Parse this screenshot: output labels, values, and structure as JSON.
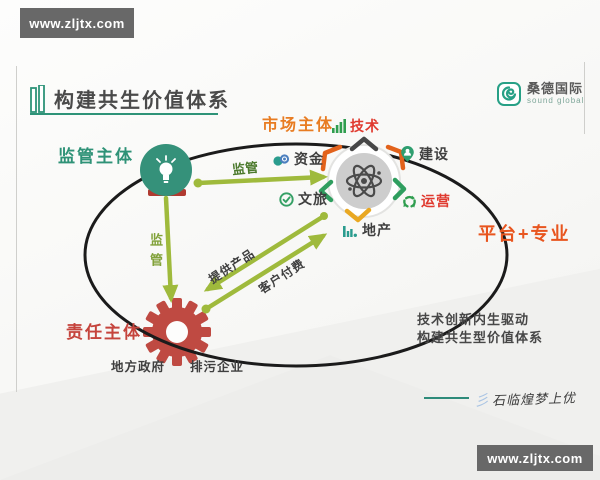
{
  "watermarks": {
    "top": "www.zljtx.com",
    "bottom": "www.zljtx.com"
  },
  "header": {
    "title": "构建共生价值体系",
    "logo_name": "桑德国际",
    "logo_sub": "sound global"
  },
  "diagram": {
    "actors": {
      "regulator": {
        "label": "监管主体",
        "color": "#2E9277",
        "node_icon": "lightbulb"
      },
      "market": {
        "label": "市场主体",
        "color": "#E87C22"
      },
      "responsible": {
        "label": "责任主体",
        "color": "#C5443C",
        "node_icon": "gear",
        "children": [
          "地方政府",
          "排污企业"
        ]
      }
    },
    "hub_items": [
      {
        "label": "技术",
        "icon": "bar-chart-icon",
        "color": "#E03A2F"
      },
      {
        "label": "建设",
        "icon": "builder-pin-icon",
        "color": "#3F3F3F"
      },
      {
        "label": "运营",
        "icon": "recycle-icon",
        "color": "#E03A2F"
      },
      {
        "label": "地产",
        "icon": "city-bars-icon",
        "color": "#3F3F3F"
      },
      {
        "label": "文旅",
        "icon": "check-badge-icon",
        "color": "#3F3F3F"
      },
      {
        "label": "资金",
        "icon": "coins-icon",
        "color": "#3F3F3F"
      }
    ],
    "flows": {
      "supervise_h": "监管",
      "supervise_v": "监管",
      "provide": "提供产品",
      "pay": "客户付费"
    }
  },
  "right_panel": {
    "slogan": "平台+专业",
    "line1": "技术创新内生驱动",
    "line2": "构建共生型价值体系"
  },
  "signature": "石临煌梦上优",
  "colors": {
    "teal": "#2E9277",
    "olive_arrow": "#9FBA3C",
    "orange": "#E87C22",
    "red": "#C5443C",
    "slogan_orange": "#E8551E",
    "banner_gray": "#686868",
    "ellipse_black": "#1B1B1B",
    "amber_chevron": "#E9A822",
    "green_chevron": "#2F9E5F",
    "orange_bracket": "#E2621B"
  }
}
